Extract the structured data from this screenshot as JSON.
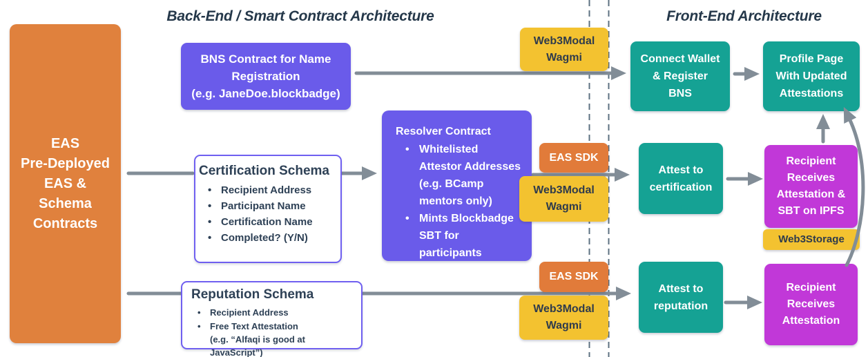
{
  "titles": {
    "backend": "Back-End / Smart Contract Architecture",
    "frontend": "Front-End Architecture"
  },
  "nodes": {
    "eas_contracts": {
      "text": "EAS\nPre-Deployed\nEAS &\nSchema\nContracts"
    },
    "bns_contract": {
      "text": "BNS Contract for Name\nRegistration\n(e.g. JaneDoe.blockbadge)"
    },
    "certification_schema": {
      "title": "Certification Schema",
      "items": [
        "Recipient Address",
        "Participant Name",
        "Certification Name",
        "Completed? (Y/N)"
      ]
    },
    "resolver_contract": {
      "title": "Resolver Contract",
      "items": [
        "Whitelisted\nAttestor Addresses\n(e.g. BCamp\nmentors only)",
        "Mints Blockbadge\nSBT for\nparticipants"
      ]
    },
    "reputation_schema": {
      "title": "Reputation Schema",
      "items": [
        "Recipient Address",
        "Free Text Attestation\n(e.g. “Alfaqi is good at JavaScript”)"
      ]
    },
    "web3modal_wagmi_top": {
      "text": "Web3Modal\nWagmi"
    },
    "web3modal_wagmi_mid": {
      "text": "Web3Modal\nWagmi"
    },
    "web3modal_wagmi_bottom": {
      "text": "Web3Modal\nWagmi"
    },
    "eas_sdk_mid": {
      "text": "EAS SDK"
    },
    "eas_sdk_bottom": {
      "text": "EAS SDK"
    },
    "connect_wallet": {
      "text": "Connect Wallet\n& Register\nBNS"
    },
    "profile_page": {
      "text": "Profile Page\nWith Updated\nAttestations"
    },
    "attest_certification": {
      "text": "Attest to\ncertification"
    },
    "attest_reputation": {
      "text": "Attest to\nreputation"
    },
    "recipient_sbt": {
      "text": "Recipient\nReceives\nAttestation &\nSBT on IPFS"
    },
    "web3storage": {
      "text": "Web3Storage"
    },
    "recipient_attestation": {
      "text": "Recipient\nReceives\nAttestation"
    }
  },
  "colors": {
    "orange": "#E0813D",
    "purple": "#6A5BEA",
    "purple_border": "#6F5FF0",
    "yellow": "#F3C230",
    "sdk_orange": "#E17B3A",
    "teal": "#15A294",
    "magenta": "#C138D8",
    "ink": "#2C3E50",
    "arrow_gray": "#828D97",
    "dash_gray": "#5C7080"
  }
}
